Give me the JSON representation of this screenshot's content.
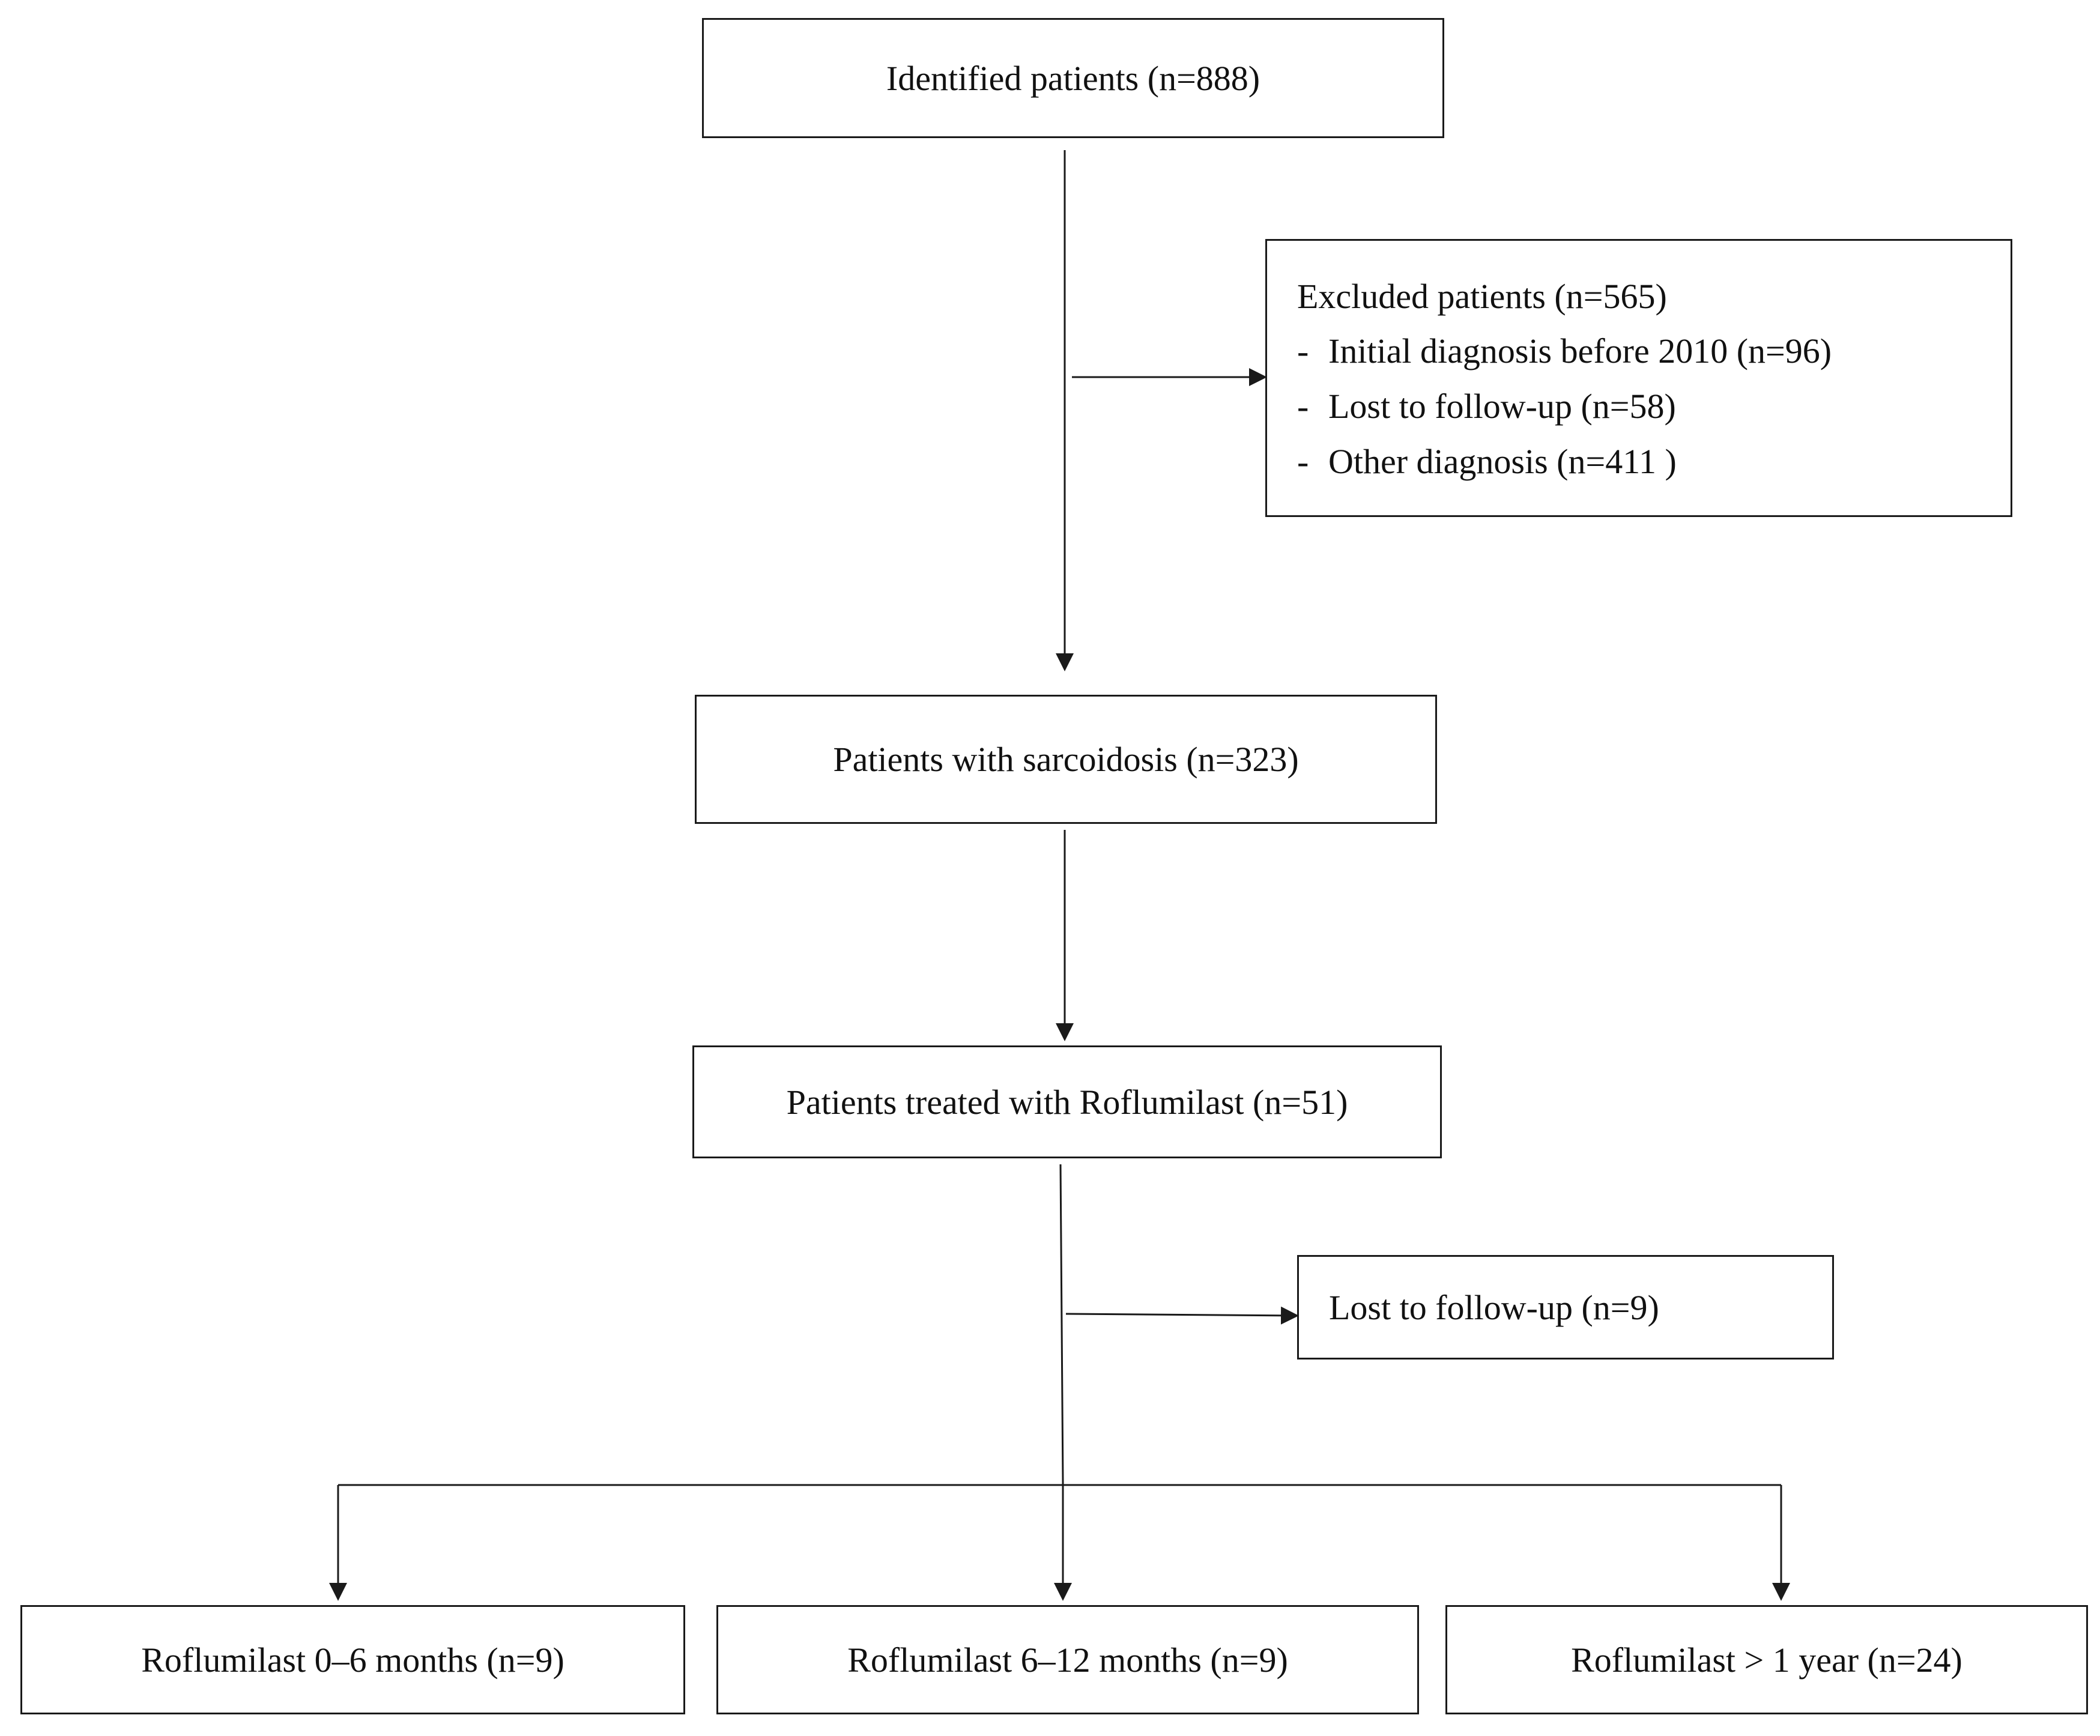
{
  "identified": {
    "label": "Identified patients (n=888)"
  },
  "excluded": {
    "title": "Excluded patients (n=565)",
    "items": [
      "Initial diagnosis before 2010 (n=96)",
      "Lost to follow-up (n=58)",
      "Other diagnosis (n=411 )"
    ],
    "bullet": "-"
  },
  "sarcoidosis": {
    "label": "Patients with sarcoidosis (n=323)"
  },
  "roflumilast_treated": {
    "label": "Patients treated with Roflumilast (n=51)"
  },
  "lost_followup": {
    "label": "Lost to follow-up (n=9)"
  },
  "outcomes": [
    {
      "label": "Roflumilast 0–6 months (n=9)"
    },
    {
      "label": "Roflumilast 6–12 months (n=9)"
    },
    {
      "label": "Roflumilast > 1 year (n=24)"
    }
  ],
  "colors": {
    "line": "#1a1a1a",
    "text": "#111111",
    "background": "#ffffff"
  }
}
